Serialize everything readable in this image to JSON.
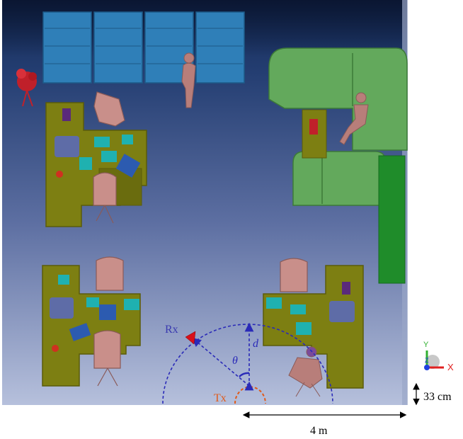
{
  "labels": {
    "rx": "Rx",
    "tx": "Tx",
    "distance": "d",
    "angle": "θ",
    "scale_horizontal": "4 m",
    "scale_vertical": "33 cm"
  },
  "axes": {
    "x": "X",
    "y": "Y",
    "z": "Z"
  },
  "colors": {
    "floor_top": "#1d3463",
    "floor_bottom": "#aeb9d6",
    "shelf": "#2f7fb8",
    "desk": "#7d7f12",
    "sofa": "#63a95c",
    "chair": "#c98f8a",
    "accent_cyan": "#1fb1b0",
    "dashed_blue": "#2a2ab8",
    "tx": "#e05a1a",
    "rx_marker": "#d8101a",
    "pillar": "#1f8c2a",
    "axis_x": "#e02020",
    "axis_y": "#30b030",
    "axis_z": "#2040e0"
  }
}
